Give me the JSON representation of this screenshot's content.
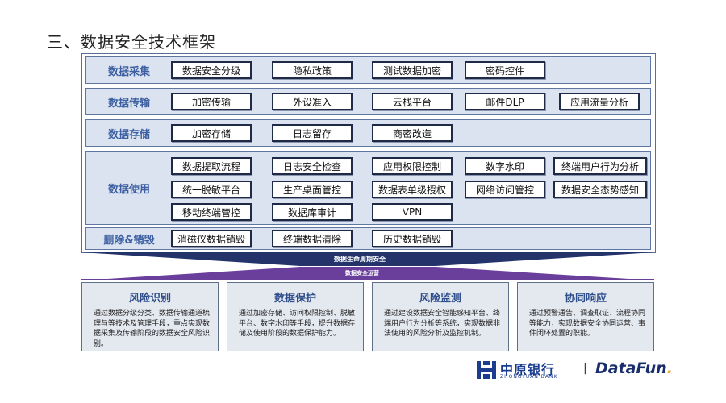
{
  "title": "三、数据安全技术框架",
  "rows": [
    {
      "label": "数据采集",
      "items": [
        "数据安全分级",
        "隐私政策",
        "测试数据加密",
        "密码控件"
      ]
    },
    {
      "label": "数据传输",
      "items": [
        "加密传输",
        "外设准入",
        "云栈平台",
        "邮件DLP",
        "应用流量分析"
      ]
    },
    {
      "label": "数据存储",
      "items": [
        "加密存储",
        "日志留存",
        "商密改造"
      ]
    },
    {
      "label": "数据使用",
      "items": [
        "数据提取流程",
        "日志安全检查",
        "应用权限控制",
        "数字水印",
        "终端用户行为分析",
        "统一脱敏平台",
        "生产桌面管控",
        "数据表单级授权",
        "网络访问管控",
        "数据安全态势感知",
        "移动终端管控",
        "数据库审计",
        "VPN"
      ]
    },
    {
      "label": "删除&销毁",
      "items": [
        "消磁仪数据销毁",
        "终端数据清除",
        "历史数据销毁"
      ]
    }
  ],
  "band_lifecycle": "数据生命周期安全",
  "band_ops": "数据安全运营",
  "cards": [
    {
      "title": "风险识别",
      "body": "通过数据分级分类、数据传输通道梳理与等技术及管理手段，重点实现数据采集及传输阶段的数据安全风险识别。"
    },
    {
      "title": "数据保护",
      "body": "通过加密存储、访问权限控制、脱敏平台、数字水印等手段，提升数据存储及使用阶段的数据保护能力。"
    },
    {
      "title": "风险监测",
      "body": "通过建设数据安全智能感知平台、终端用户行为分析等系统，实现数据非法使用的风险分析及监控机制。"
    },
    {
      "title": "协同响应",
      "body": "通过预警通告、调查取证、流程协同等能力，实现数据安全协同运营、事件闭环处置的职能。"
    }
  ],
  "logo_bank_cn": "中原银行",
  "logo_bank_en": "ZHONGYUAN BANK",
  "logo_separator": "|",
  "logo_datafun_main": "DataFun",
  "logo_datafun_dot": ".",
  "colors": {
    "row_bg": "#dbe3f0",
    "label": "#3c5fa2",
    "band": "#24346b",
    "band_ops": "#6a3f9c",
    "card_title": "#2f4e8c"
  }
}
